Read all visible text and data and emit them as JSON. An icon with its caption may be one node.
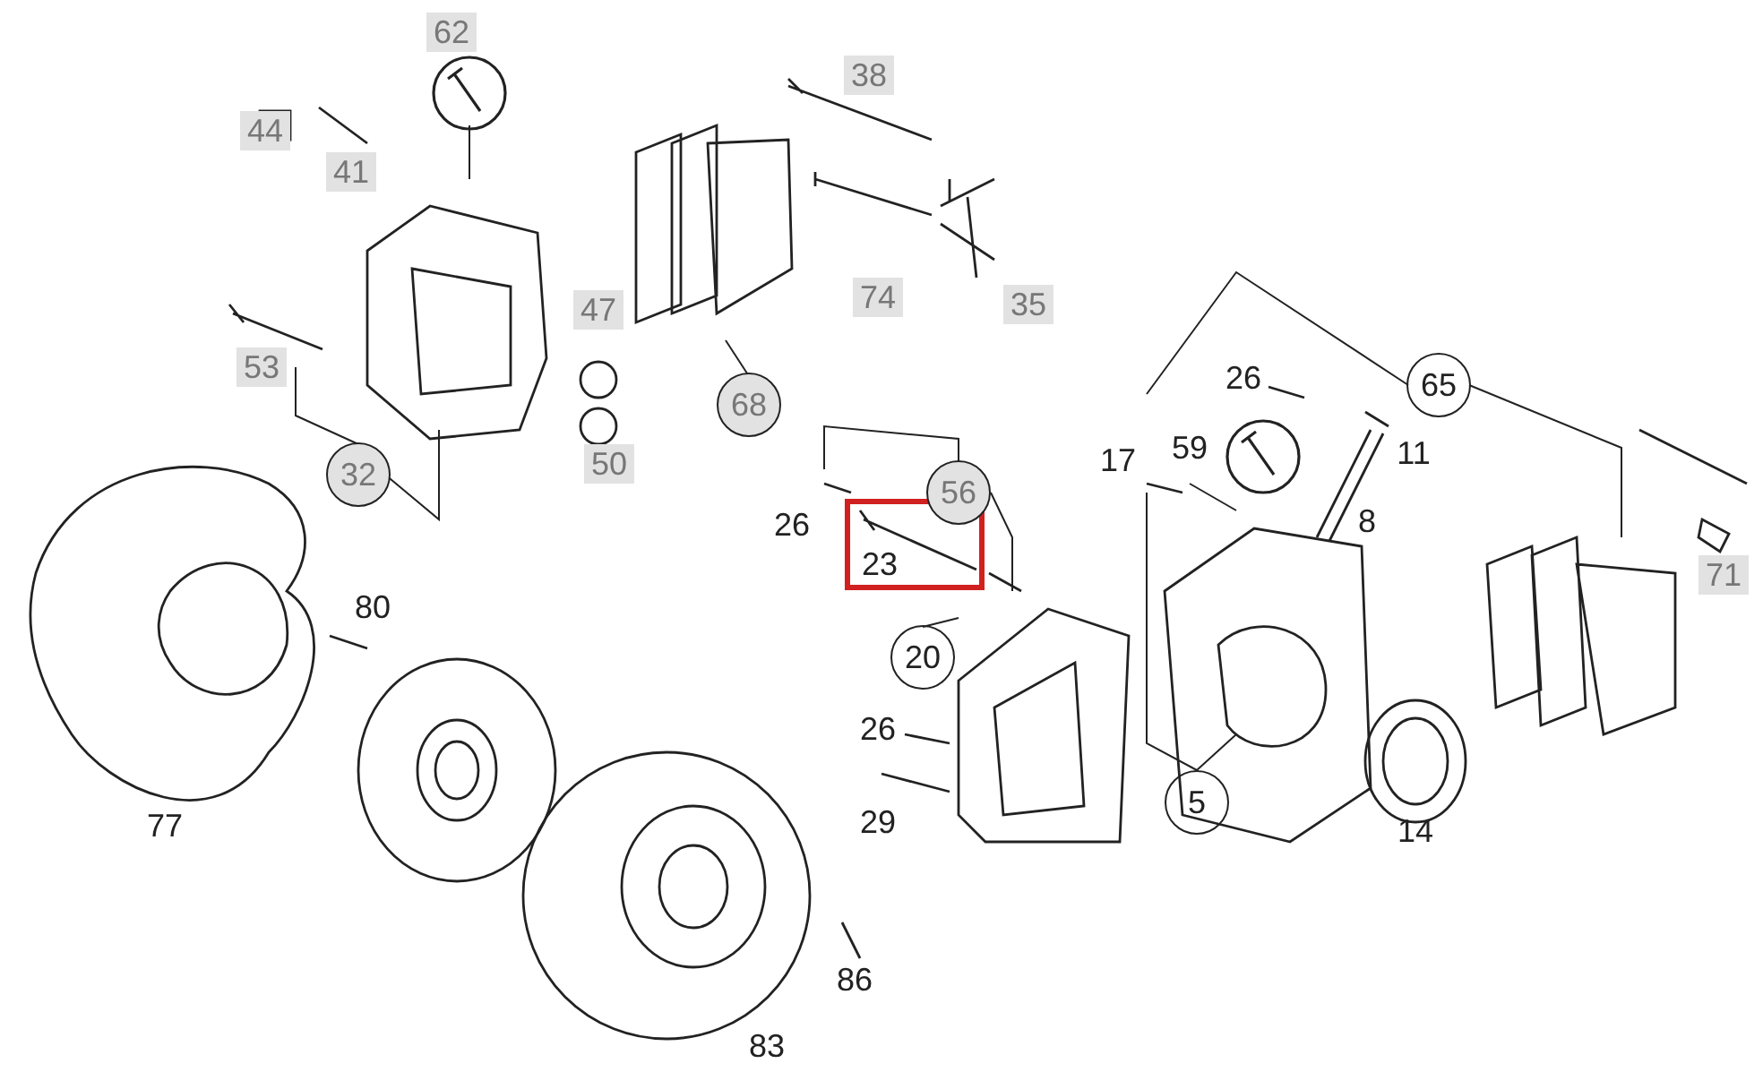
{
  "diagram": {
    "labels": [
      "62",
      "38",
      "44",
      "41",
      "74",
      "35",
      "47",
      "53",
      "26",
      "65",
      "68",
      "17",
      "59",
      "11",
      "32",
      "50",
      "56",
      "26",
      "8",
      "23",
      "71",
      "80",
      "20",
      "26",
      "5",
      "29",
      "14",
      "77",
      "86",
      "83"
    ]
  }
}
